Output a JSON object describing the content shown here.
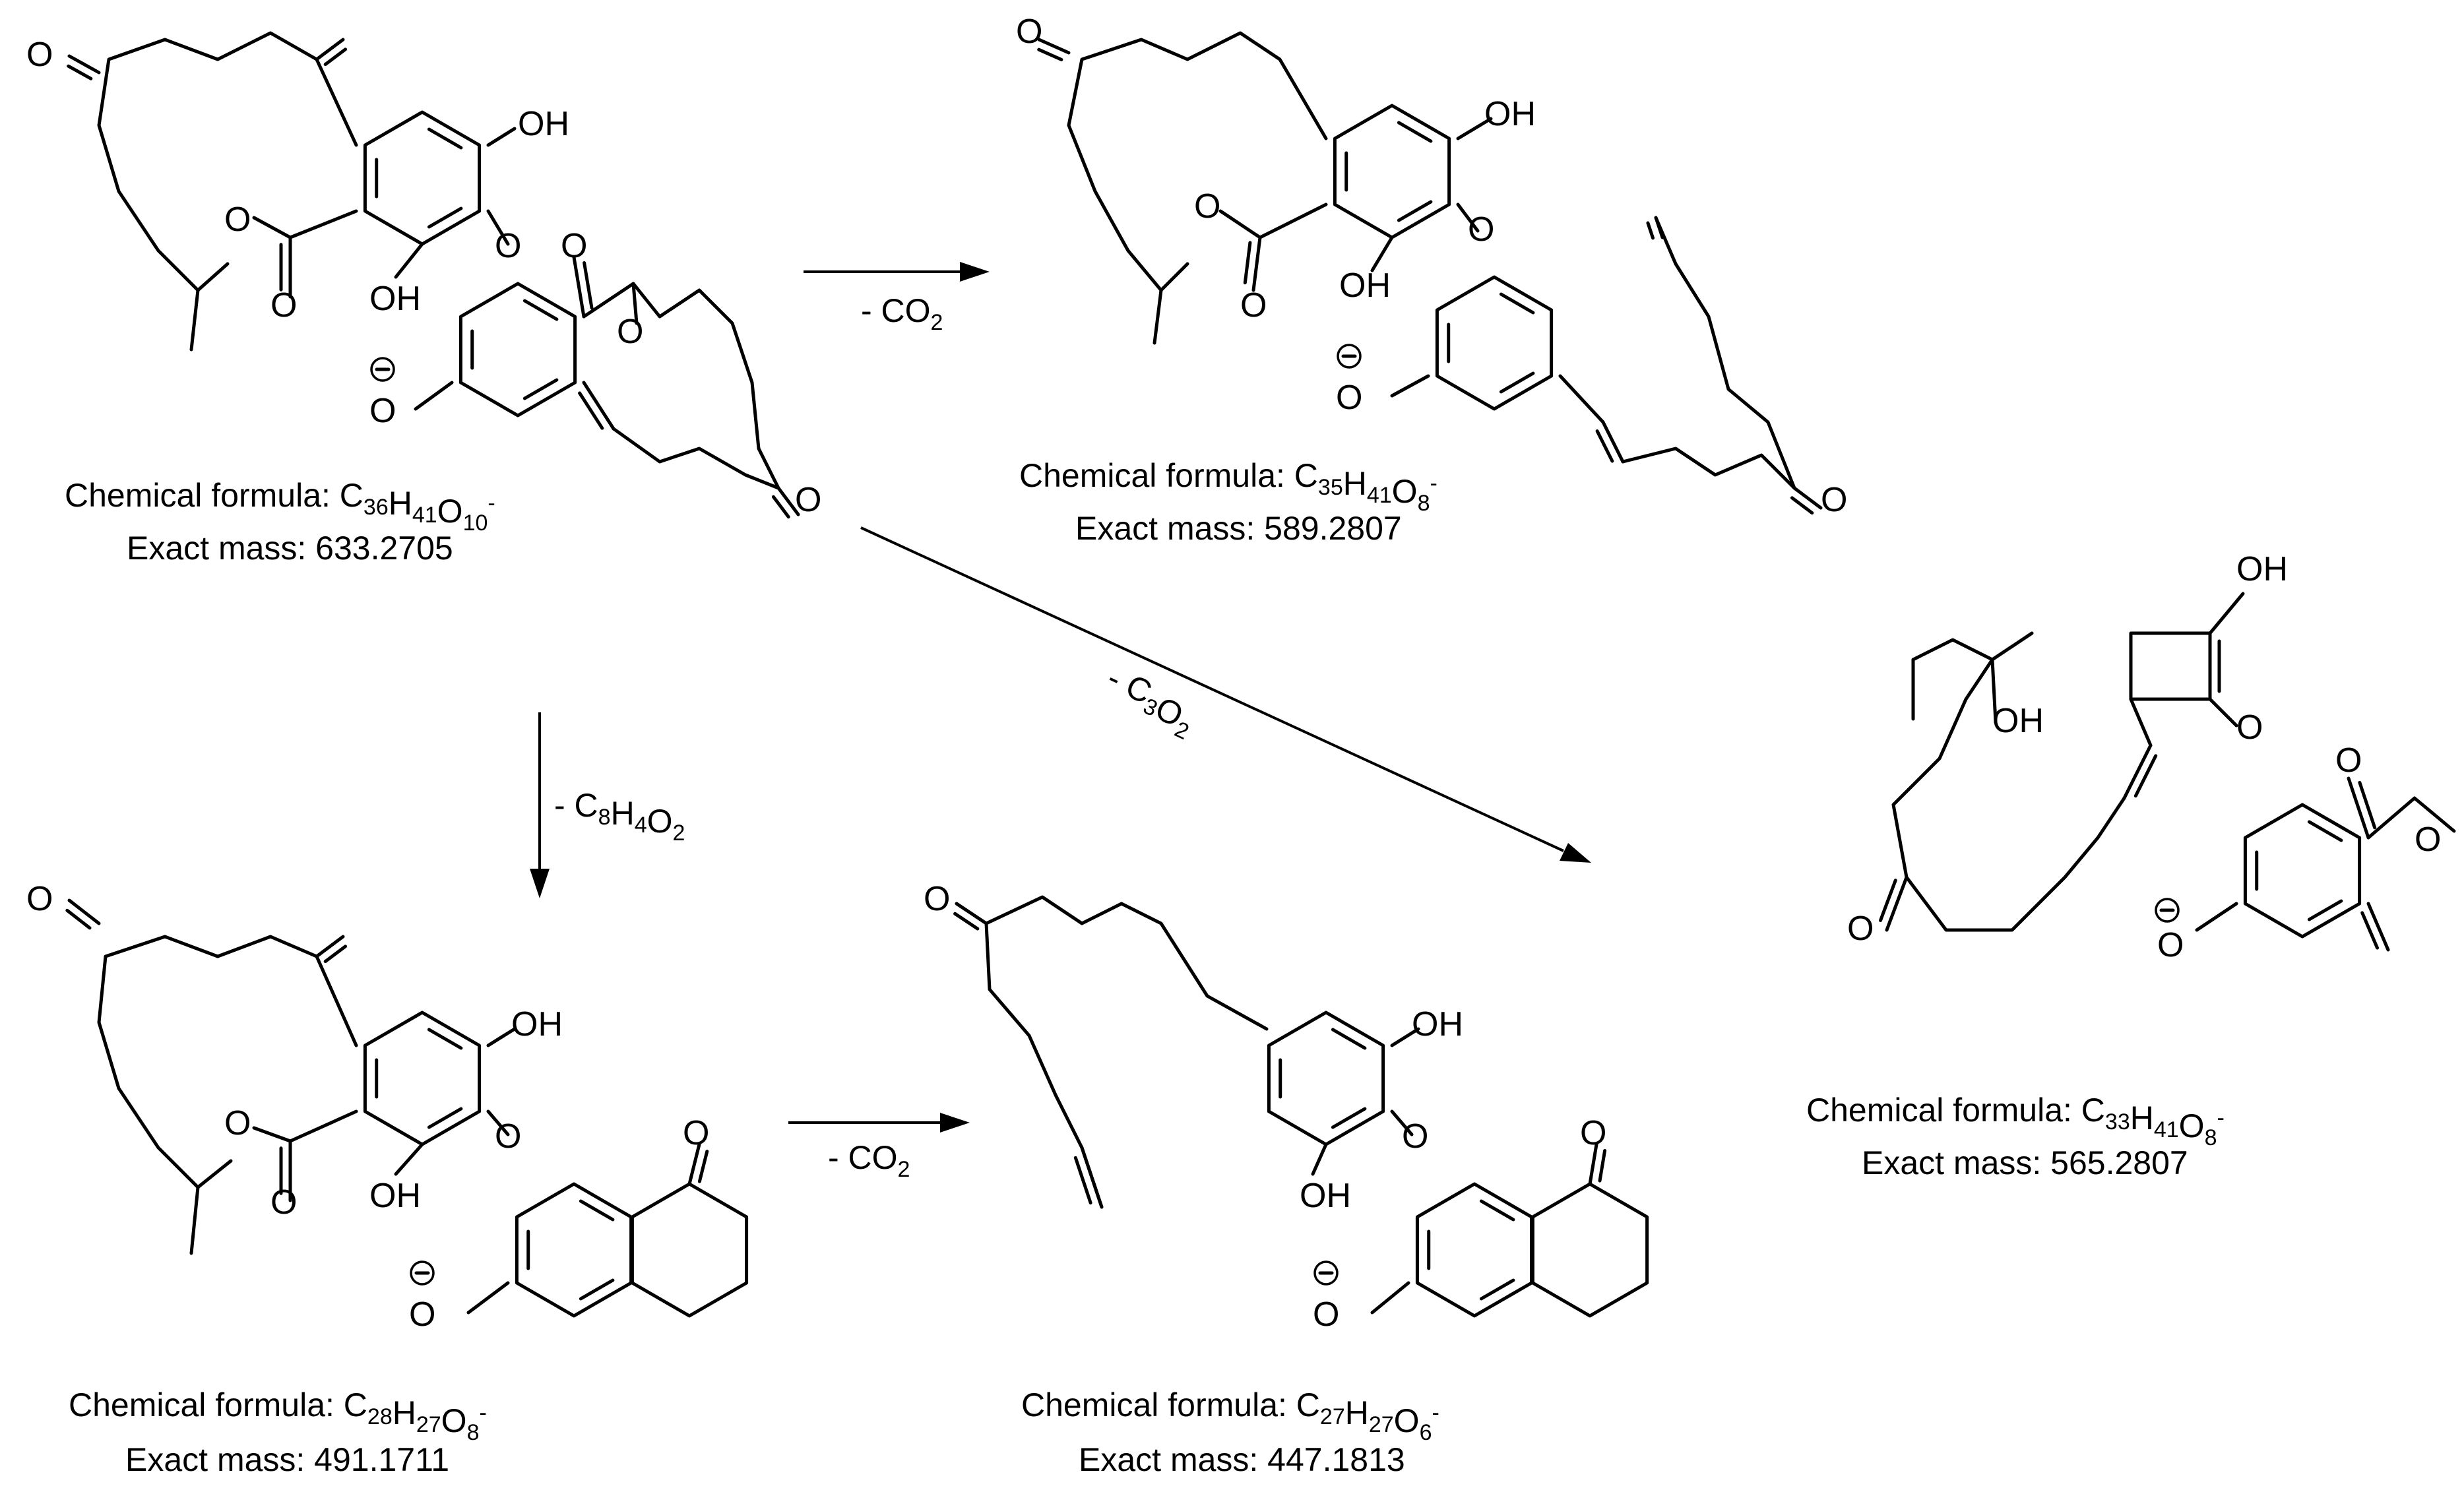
{
  "compounds": [
    {
      "id": "c1",
      "formula": {
        "prefix": "Chemical formula: ",
        "parts": [
          {
            "t": "C"
          },
          {
            "s": "36"
          },
          {
            "t": "H"
          },
          {
            "s": "41"
          },
          {
            "t": "O"
          },
          {
            "s": "10"
          },
          {
            "p": "-"
          }
        ]
      },
      "mass": "Exact mass: 633.2705"
    },
    {
      "id": "c2",
      "formula": {
        "prefix": "Chemical formula: ",
        "parts": [
          {
            "t": "C"
          },
          {
            "s": "35"
          },
          {
            "t": "H"
          },
          {
            "s": "41"
          },
          {
            "t": "O"
          },
          {
            "s": "8"
          },
          {
            "p": "-"
          }
        ]
      },
      "mass": "Exact mass: 589.2807"
    },
    {
      "id": "c3",
      "formula": {
        "prefix": "Chemical formula: ",
        "parts": [
          {
            "t": "C"
          },
          {
            "s": "33"
          },
          {
            "t": "H"
          },
          {
            "s": "41"
          },
          {
            "t": "O"
          },
          {
            "s": "8"
          },
          {
            "p": "-"
          }
        ]
      },
      "mass": "Exact mass: 565.2807"
    },
    {
      "id": "c4",
      "formula": {
        "prefix": "Chemical formula: ",
        "parts": [
          {
            "t": "C"
          },
          {
            "s": "28"
          },
          {
            "t": "H"
          },
          {
            "s": "27"
          },
          {
            "t": "O"
          },
          {
            "s": "8"
          },
          {
            "p": "-"
          }
        ]
      },
      "mass": "Exact mass: 491.1711"
    },
    {
      "id": "c5",
      "formula": {
        "prefix": "Chemical formula: ",
        "parts": [
          {
            "t": "C"
          },
          {
            "s": "27"
          },
          {
            "t": "H"
          },
          {
            "s": "27"
          },
          {
            "t": "O"
          },
          {
            "s": "6"
          },
          {
            "p": "-"
          }
        ]
      },
      "mass": "Exact mass: 447.1813"
    }
  ],
  "arrows": [
    {
      "id": "a1",
      "label": [
        {
          "t": "- CO"
        },
        {
          "s": "2"
        }
      ]
    },
    {
      "id": "a2",
      "label": [
        {
          "t": "- C"
        },
        {
          "s": "3"
        },
        {
          "t": "O"
        },
        {
          "s": "2"
        }
      ]
    },
    {
      "id": "a3",
      "label": [
        {
          "t": "- C"
        },
        {
          "s": "8"
        },
        {
          "t": "H"
        },
        {
          "s": "4"
        },
        {
          "t": "O"
        },
        {
          "s": "2"
        }
      ]
    },
    {
      "id": "a4",
      "label": [
        {
          "t": "- CO"
        },
        {
          "s": "2"
        }
      ]
    }
  ],
  "atom_labels": {
    "ketone_o": "O",
    "hydroxyl": "OH",
    "ether_o": "O",
    "phenolate_o": "O",
    "anion_mark": "−"
  }
}
